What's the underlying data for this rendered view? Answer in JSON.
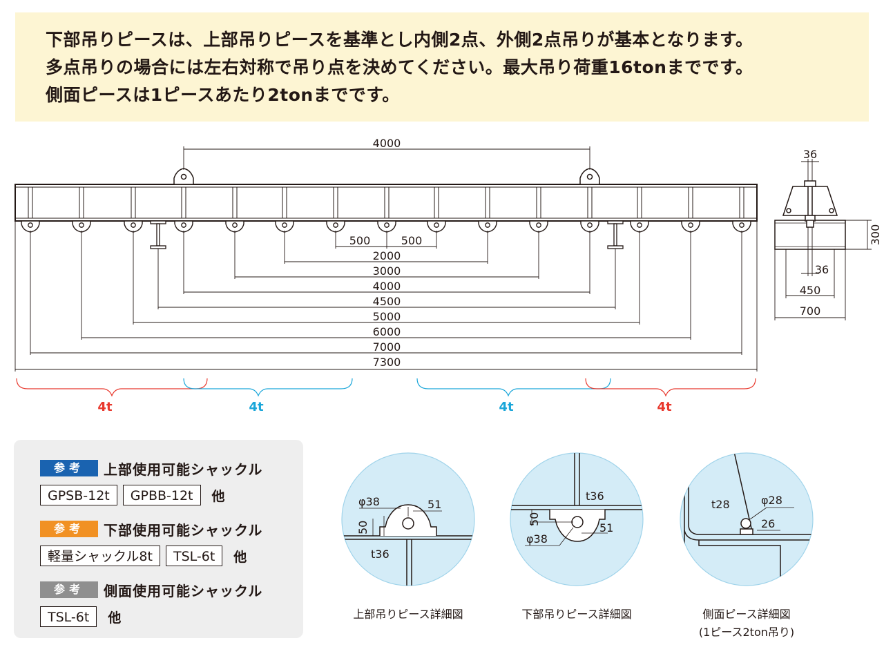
{
  "notice": {
    "line1": "下部吊りピースは、上部吊りピースを基準とし内側2点、外側2点吊りが基本となります。",
    "line2": "多点吊りの場合には左右対称で吊り点を決めてください。最大吊り荷重16tonまでです。",
    "line3": "側面ピースは1ピースあたり2tonまでです。"
  },
  "dimensions": {
    "top": "4000",
    "d500a": "500",
    "d500b": "500",
    "d2000": "2000",
    "d3000": "3000",
    "d4000": "4000",
    "d4500": "4500",
    "d5000": "5000",
    "d6000": "6000",
    "d7000": "7000",
    "d7300": "7300",
    "side_36_top": "36",
    "side_36_bottom": "36",
    "side_450": "450",
    "side_700": "700",
    "side_300": "300"
  },
  "loads": {
    "left_red": "4t",
    "left_blue": "4t",
    "right_blue": "4t",
    "right_red": "4t"
  },
  "references": [
    {
      "tag": "参考",
      "title": "上部使用可能シャックル",
      "items": [
        "GPSB-12t",
        "GPBB-12t"
      ],
      "other": "他"
    },
    {
      "tag": "参考",
      "title": "下部使用可能シャックル",
      "items": [
        "軽量シャックル8t",
        "TSL-6t"
      ],
      "other": "他"
    },
    {
      "tag": "参考",
      "title": "側面使用可能シャックル",
      "items": [
        "TSL-6t"
      ],
      "other": "他"
    }
  ],
  "details": {
    "top_piece": {
      "phi": "φ38",
      "d51": "51",
      "d50": "50",
      "t": "t36",
      "caption": "上部吊りピース詳細図"
    },
    "bottom_piece": {
      "t": "t36",
      "d50": "50",
      "d51": "51",
      "phi": "φ38",
      "caption": "下部吊りピース詳細図"
    },
    "side_piece": {
      "t": "t28",
      "phi": "φ28",
      "d26": "26",
      "caption1": "側面ピース詳細図",
      "caption2": "(1ピース2ton吊り)"
    }
  },
  "colors": {
    "notice_bg": "#fdf5d3",
    "red": "#e8382d",
    "blue": "#1aa6d9",
    "tag_blue": "#1a63b0",
    "tag_orange": "#f19123",
    "tag_gray": "#8f8f8f",
    "detail_circle": "#d4ecf7"
  }
}
